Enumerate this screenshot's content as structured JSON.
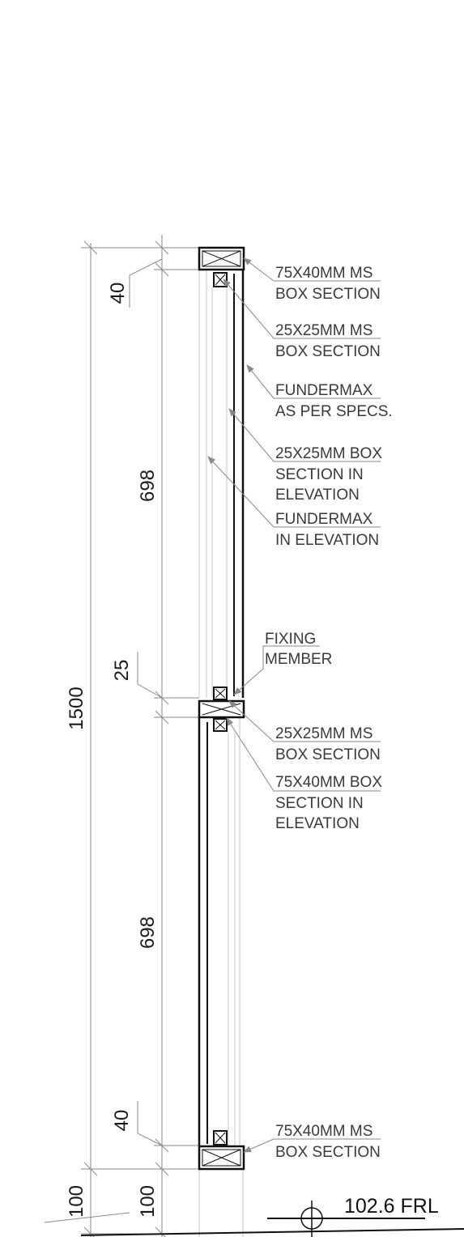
{
  "dimensions": {
    "overall": "1500",
    "top_frame": "40",
    "upper_panel": "698",
    "mid_gap": "25",
    "lower_panel": "698",
    "bottom_frame": "40",
    "below_left": "100",
    "below_right": "100"
  },
  "callouts": {
    "c1": [
      "75X40MM MS",
      "BOX SECTION"
    ],
    "c2": [
      "25X25MM MS",
      "BOX SECTION"
    ],
    "c3": [
      "FUNDERMAX",
      "AS PER SPECS."
    ],
    "c4": [
      "25X25MM BOX",
      "SECTION IN",
      "ELEVATION"
    ],
    "c5": [
      "FUNDERMAX",
      "IN ELEVATION"
    ],
    "c6": [
      "FIXING",
      "MEMBER"
    ],
    "c7": [
      "25X25MM MS",
      "BOX SECTION"
    ],
    "c8": [
      "75X40MM BOX",
      "SECTION IN",
      "ELEVATION"
    ],
    "c9": [
      "75X40MM MS",
      "BOX SECTION"
    ]
  },
  "level": {
    "label": "102.6 FRL"
  }
}
